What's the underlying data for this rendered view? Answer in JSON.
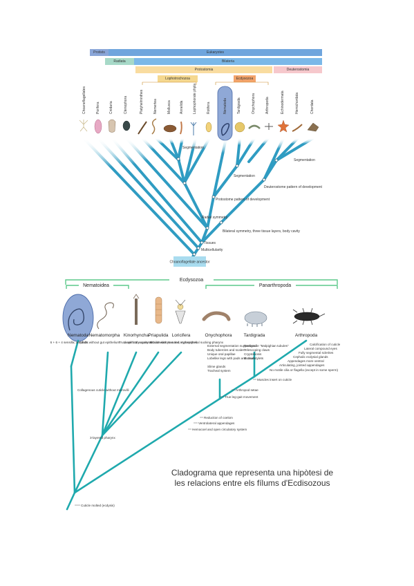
{
  "top": {
    "bars": {
      "protists": "Protists",
      "eukaryotes": "Eukaryotes",
      "radiata": "Radiata",
      "bilateria": "Bilateria",
      "protostomia": "Protostomia",
      "deuterostomia": "Deuterostomia",
      "lophotrochozoa": "Lophotrochozoa",
      "ecdysozoa": "Ecdysozoa"
    },
    "taxa": [
      "Choanoflagellates",
      "Porifera",
      "Cnidaria",
      "Ctenophora",
      "Platyhelminthes",
      "Nemertea",
      "Mollusca",
      "Annelida",
      "Lophophorate phyla",
      "Rotifera",
      "Nematoda",
      "Tardigrada",
      "Onychophora",
      "Arthropoda",
      "Echinodermata",
      "Hemichordata",
      "Chordata"
    ],
    "labels": {
      "segmentation_left": "Segmentation",
      "segmentation_mid": "Segmentation",
      "segmentation_right": "Segmentation",
      "deuterostome": "Deuterostome pattern of development",
      "protostome": "Protostome pattern of development",
      "radial": "Radial symmetry",
      "bilateral": "Bilateral symmetry, three tissue layers, body cavity",
      "tissues": "Tissues",
      "multicellularity": "Multicellularity",
      "ancestor": "Choanoflagellate ancestor"
    }
  },
  "bottom": {
    "header": "Ecdysozoa",
    "nematoidea": "Nematoidea",
    "panarthropoda": "Panarthropoda",
    "phyla": [
      "Nematoda",
      "Nematomorpha",
      "Kinorhyncha",
      "Priapulida",
      "Loricifera",
      "Onychophora",
      "Tardigrada",
      "Arthropoda"
    ],
    "traits": {
      "nematoda": "6 + 6 + 4 sensilla; amphids",
      "nematomorpha": "Adults without gut epithelium",
      "kinorhyncha": "Trunk with 11 segments",
      "priapulida": "Large body cavity with amebocytes and erythrocytes",
      "loricifera": "Scalids with muscles; myoepithelial sucking pharynx",
      "onychophora": [
        "External segmentation suppressed",
        "Body tubercles and scales",
        "Unique oral papillae",
        "Lobelike legs with pads and claws",
        "Slime glands",
        "Tracheal system"
      ],
      "tardigrada": [
        "Tardigrade \"Malpighian tubules\"",
        "Telescoping claws",
        "Cryptobiosis",
        "Buccal stylets"
      ],
      "arthropoda": [
        "Calcification of cuticle",
        "Lateral compound eyes",
        "Fully segmental sclerites",
        "Cephalic ecdysial glands",
        "Appendages more ventral",
        "Articulating, jointed appendages",
        "No motile cilia or flagella (except in some sperm)"
      ],
      "muscles": "Muscles insert on cuticle",
      "arthropod_setae": "Arthropod setae",
      "leg_gait": "True leg-gait movement",
      "coelom": "Reduction of coelom",
      "ventrolateral": "Ventrolateral appendages",
      "hemocoel": "Hemocoel and open circulatory system",
      "collagenous": "Collagenous cuticle without microvilli",
      "pharynx": "3-layered pharynx",
      "molting": "Cuticle molted (ecdysis)"
    },
    "caption": [
      "Cladograma que representa una hipòtesi de",
      "les relacions entre els fílums d'Ecdisozous"
    ]
  },
  "colors": {
    "branch": "#2f9cc2",
    "branch_bottom": "#1fa9ad",
    "protists": "#8aa6d8",
    "eukaryotes": "#6fa5dd",
    "radiata": "#a7d9c8",
    "bilateria": "#7bb8e8",
    "protostomia": "#f9dca0",
    "deuterostomia": "#f6c8cc",
    "lophotrochozoa": "#f5d88f",
    "ecdysozoa": "#f3a36a",
    "bracket": "#5cc98a",
    "highlight": "#8fa8d6"
  }
}
